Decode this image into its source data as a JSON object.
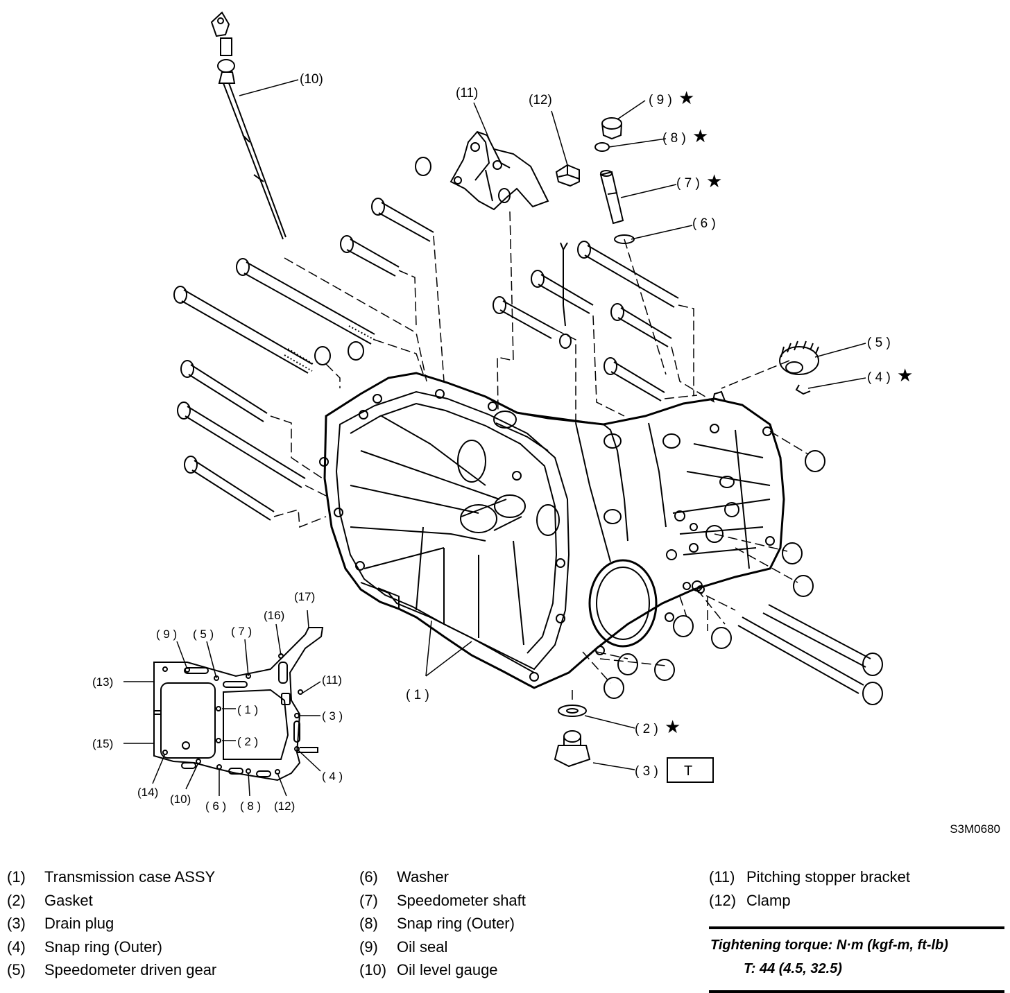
{
  "callouts": {
    "c1": "( 1 )",
    "c2": "( 2 )",
    "c3": "( 3 )",
    "c4": "( 4 )",
    "c5": "( 5 )",
    "c6": "( 6 )",
    "c7": "( 7 )",
    "c8": "( 8 )",
    "c9": "( 9 )",
    "c10": "(10)",
    "c11": "(11)",
    "c12": "(12)",
    "star": "★",
    "torque_tag": "T"
  },
  "gasket_callouts": {
    "g1": "( 1 )",
    "g2": "( 2 )",
    "g3": "( 3 )",
    "g4": "( 4 )",
    "g5": "( 5 )",
    "g6": "( 6 )",
    "g7": "( 7 )",
    "g8": "( 8 )",
    "g9": "( 9 )",
    "g10": "(10)",
    "g11": "(11)",
    "g12": "(12)",
    "g13": "(13)",
    "g14": "(14)",
    "g15": "(15)",
    "g16": "(16)",
    "g17": "(17)"
  },
  "figure_code": "S3M0680",
  "legend": {
    "col1": [
      {
        "num": "(1)",
        "label": "Transmission case ASSY"
      },
      {
        "num": "(2)",
        "label": "Gasket"
      },
      {
        "num": "(3)",
        "label": "Drain plug"
      },
      {
        "num": "(4)",
        "label": "Snap ring (Outer)"
      },
      {
        "num": "(5)",
        "label": "Speedometer driven gear"
      }
    ],
    "col2": [
      {
        "num": "(6)",
        "label": "Washer"
      },
      {
        "num": "(7)",
        "label": "Speedometer shaft"
      },
      {
        "num": "(8)",
        "label": "Snap ring (Outer)"
      },
      {
        "num": "(9)",
        "label": "Oil seal"
      },
      {
        "num": "(10)",
        "label": "Oil level gauge"
      }
    ],
    "col3": [
      {
        "num": "(11)",
        "label": "Pitching stopper bracket"
      },
      {
        "num": "(12)",
        "label": "Clamp"
      }
    ]
  },
  "torque": {
    "title": "Tightening torque: N·m (kgf-m, ft-lb)",
    "value": "T:  44 (4.5, 32.5)"
  }
}
